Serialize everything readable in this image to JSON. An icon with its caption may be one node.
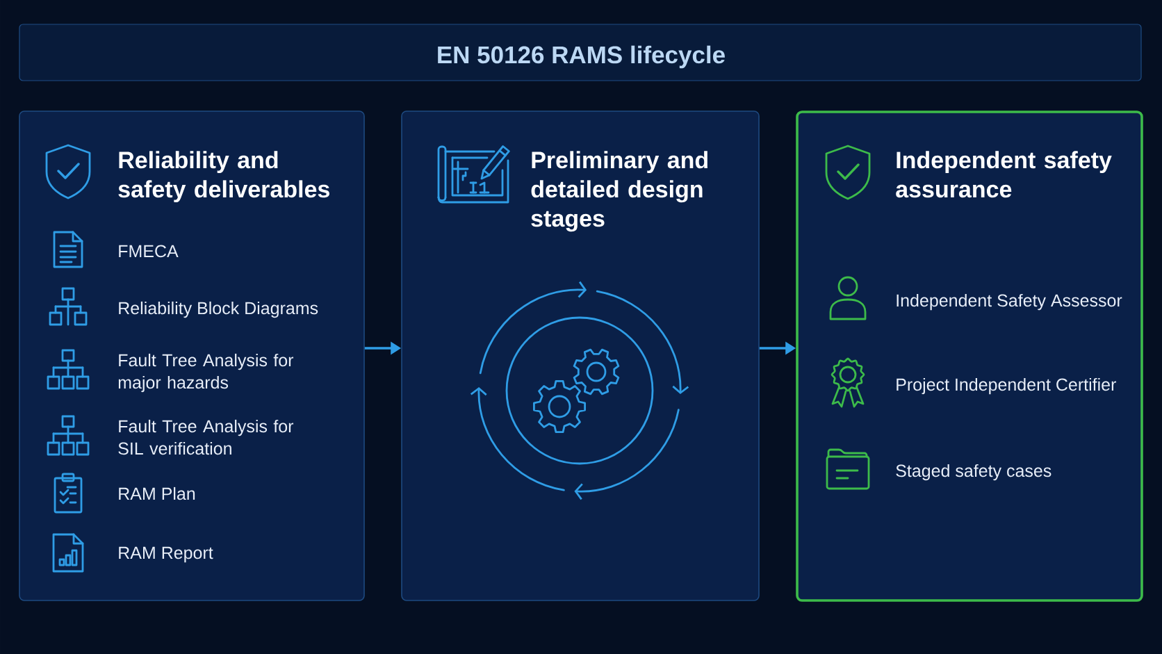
{
  "diagram": {
    "title": "EN 50126 RAMS lifecycle",
    "nodes": [
      {
        "text": [
          "Reliability and safety deliverables",
          "FMECA",
          "Reliability Block Diagrams",
          "Fault Tree Analysis for major hazards",
          "Fault Tree Analysis for SIL verification",
          "RAM Plan",
          "RAM Report"
        ]
      },
      {
        "text": [
          "Preliminary and detailed design stages"
        ]
      },
      {
        "text": [
          "Independent safety assurance",
          "Independent Safety Assessor",
          "Project Independent Certifier",
          "Staged safety cases"
        ]
      }
    ],
    "edges": [
      {
        "from": 0,
        "to": 1,
        "arrow": "to"
      },
      {
        "from": 1,
        "to": 2,
        "arrow": "to"
      }
    ]
  }
}
